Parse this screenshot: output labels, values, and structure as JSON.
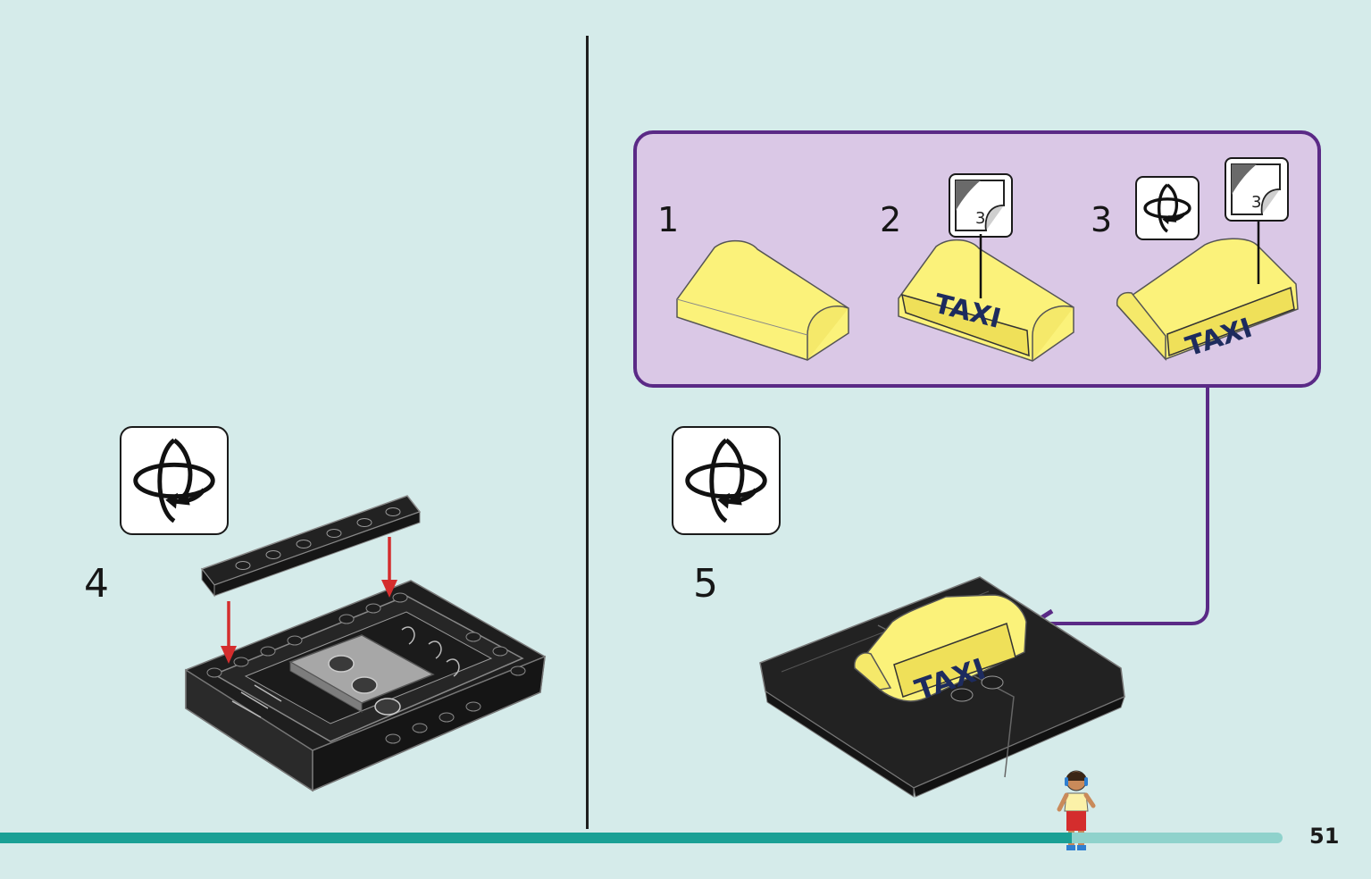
{
  "steps": {
    "step4": {
      "number": "4"
    },
    "step5": {
      "number": "5"
    }
  },
  "callout": {
    "substeps": [
      {
        "number": "1"
      },
      {
        "number": "2",
        "sticker": "3"
      },
      {
        "number": "3",
        "sticker": "3"
      }
    ],
    "sticker_text": "TAXI"
  },
  "footer": {
    "page_number": "51"
  },
  "colors": {
    "background": "#d5ebea",
    "callout_fill": "#dac8e6",
    "callout_border": "#5a2a86",
    "brick_yellow": "#fbf27a",
    "brick_black": "#1e1e1e",
    "brick_gray": "#a7a7a7",
    "arrow_red": "#d42d2d",
    "progress_bar": "#1aa095",
    "progress_bar_remaining": "#8fd2cc"
  },
  "icons": {
    "rotate": "rotate-model-icon",
    "sticker": "sticker-icon",
    "minifigure": "minifigure-icon"
  }
}
